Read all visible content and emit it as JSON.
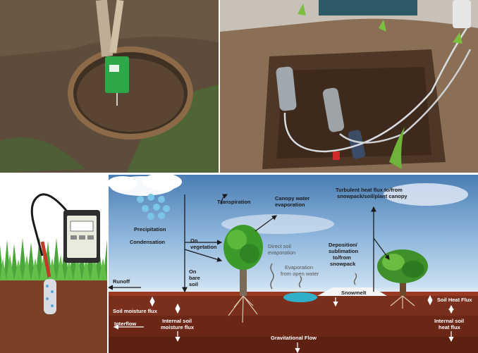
{
  "diagram": {
    "atmosphere_labels": {
      "transpiration": "Transpiration",
      "canopy_evap_line1": "Canopy water",
      "canopy_evap_line2": "evaporation",
      "turbulent_line1": "Turbulent heat flux to/from",
      "turbulent_line2": "snowpack/soil/plant canopy",
      "precipitation": "Precipitation",
      "condensation": "Condensation",
      "on_vegetation_line1": "On",
      "on_vegetation_line2": "vegetation",
      "direct_soil_line1": "Direct soil",
      "direct_soil_line2": "evaporation",
      "deposition_line1": "Deposition/",
      "deposition_line2": "sublimation",
      "deposition_line3": "to/from",
      "deposition_line4": "snowpack",
      "evap_open_line1": "Evaporation",
      "evap_open_line2": "from open water",
      "on_bare_line1": "On",
      "on_bare_line2": "bare",
      "on_bare_line3": "soil",
      "runoff": "Runoff",
      "snowmelt": "Snowmelt"
    },
    "soil_labels": {
      "soil_moisture_flux": "Soil  moisture flux",
      "soil_heat_flux": "Soil Heat Flux",
      "interflow": "Interflow",
      "internal_moisture_line1": "Internal soil",
      "internal_moisture_line2": "moisture flux",
      "internal_heat_line1": "Internal soil",
      "internal_heat_line2": "heat flux",
      "gravitational_flow": "Gravitational Flow"
    }
  },
  "colors": {
    "sky_top": "#4a7db3",
    "soil": "#7a2e1c",
    "tree": "#3c9a2a",
    "arrow": "#1b1b1b"
  }
}
